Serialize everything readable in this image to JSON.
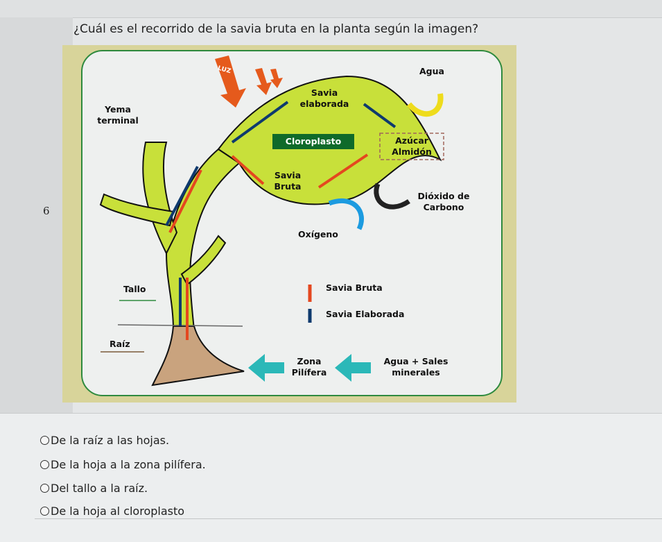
{
  "question": {
    "number": "6",
    "title": "¿Cuál es el recorrido de la savia bruta en la planta según la imagen?"
  },
  "figure": {
    "labels": {
      "luz": "LUZ",
      "agua": "Agua",
      "savia_elaborada": "Savia elaborada",
      "yema_terminal": "Yema terminal",
      "cloroplasto": "Cloroplasto",
      "azucar": "Azúcar",
      "almidon": "Almidón",
      "savia_bruta_leaf": "Savia Bruta",
      "dioxido": "Dióxido de Carbono",
      "oxigeno": "Oxígeno",
      "tallo": "Tallo",
      "raiz": "Raíz",
      "legend_bruta": "Savia Bruta",
      "legend_elaborada": "Savia Elaborada",
      "zona": "Zona Pilífera",
      "agua_sales": "Agua + Sales minerales"
    },
    "colors": {
      "savia_bruta": "#e4471f",
      "savia_elaborada": "#0e3a6e",
      "leaf": "#c8e03a",
      "arrow_teal": "#2bb8b8"
    }
  },
  "options": [
    {
      "label": "De la raíz a las hojas.",
      "selected": false
    },
    {
      "label": "De la hoja a la zona pilífera.",
      "selected": false
    },
    {
      "label": "Del tallo a la raíz.",
      "selected": false
    },
    {
      "label": "De la hoja al cloroplasto",
      "selected": false
    }
  ]
}
